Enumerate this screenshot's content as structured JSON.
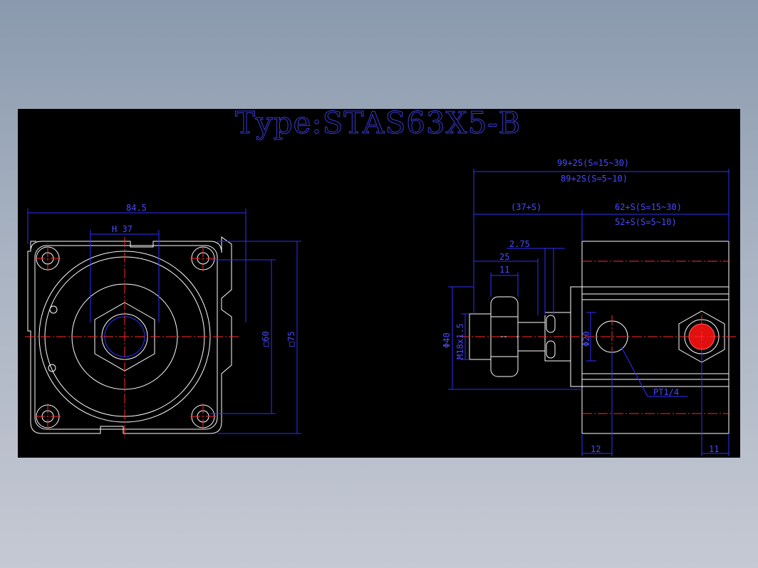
{
  "title": "Type:STAS63X5-B",
  "colors": {
    "background_top": "#8a9aae",
    "background_bottom": "#c5c9d3",
    "canvas": "#000000",
    "outline": "#ffffff",
    "dimension": "#3030ff",
    "centerline": "#ff2a2a"
  },
  "front_view": {
    "dim_width": "84.5",
    "dim_hex": "H 37",
    "dim_bore": "□60",
    "dim_height": "□75"
  },
  "side_view": {
    "dim_overall_1": "99+2S(S=15~30)",
    "dim_overall_2": "89+2S(S=5~10)",
    "dim_rod": "(37+S)",
    "dim_body_1": "62+S(S=15~30)",
    "dim_body_2": "52+S(S=5~10)",
    "dim_275": "2.75",
    "dim_25": "25",
    "dim_11_top": "11",
    "dim_phi40": "Φ40",
    "dim_thread": "M18x1.5",
    "dim_phi20": "Φ20",
    "dim_port": "PT1/4",
    "dim_12": "12",
    "dim_11_bottom": "11"
  }
}
